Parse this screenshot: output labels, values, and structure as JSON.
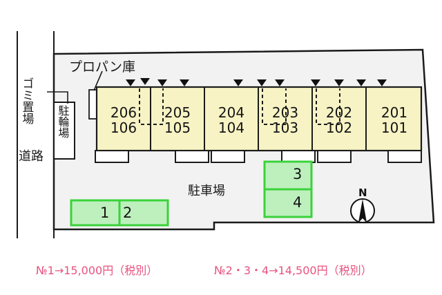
{
  "figure": {
    "kind": "apartment-site-plan",
    "colors": {
      "site_fill": "#f2f2f2",
      "building_fill": "#f7f3c4",
      "parking_fill": "#bdf0bd",
      "parking_stroke": "#3ad23a",
      "outline": "#1a1a1a",
      "price_text": "#e8527f",
      "text": "#141414"
    }
  },
  "labels": {
    "propane": "プロパン庫",
    "garbage": "ゴミ置場",
    "bicycle": "駐輪場",
    "road": "道路",
    "parking_lot": "駐車場",
    "compass_north": "N"
  },
  "building": {
    "units": [
      {
        "upper": "206",
        "lower": "106"
      },
      {
        "upper": "205",
        "lower": "105"
      },
      {
        "upper": "204",
        "lower": "104"
      },
      {
        "upper": "203",
        "lower": "103"
      },
      {
        "upper": "202",
        "lower": "102"
      },
      {
        "upper": "201",
        "lower": "101"
      }
    ]
  },
  "parking": {
    "spaces": [
      {
        "no": "1"
      },
      {
        "no": "2"
      },
      {
        "no": "3"
      },
      {
        "no": "4"
      }
    ]
  },
  "prices": {
    "line1": "№1→15,000円（税別）",
    "line2": "№2・3・4→14,500円（税別）"
  }
}
